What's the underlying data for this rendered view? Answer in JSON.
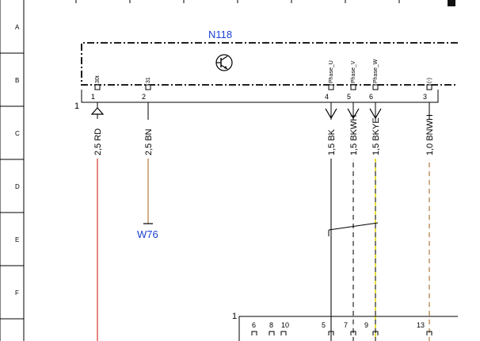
{
  "rows": [
    "A",
    "B",
    "C",
    "D",
    "E",
    "F"
  ],
  "component_top": {
    "name": "N118",
    "ref": "1",
    "pins": [
      {
        "num": "1",
        "label": "30t"
      },
      {
        "num": "2",
        "label": "31"
      },
      {
        "num": "4",
        "label": "Phase_U"
      },
      {
        "num": "5",
        "label": "Phase_V"
      },
      {
        "num": "6",
        "label": "Phase_W"
      },
      {
        "num": "3",
        "label": "(-)"
      }
    ]
  },
  "wires": [
    {
      "label": "2,5 RD",
      "color": "#d9342b"
    },
    {
      "label": "2,5 BN",
      "color": "#b07a3a"
    },
    {
      "label": "1,5 BK",
      "color": "#222222"
    },
    {
      "label": "1,5 BKWH",
      "color": "#222222",
      "stripe": "#ffffff"
    },
    {
      "label": "1,5 BKYE",
      "color": "#222222",
      "stripe": "#f2e200"
    },
    {
      "label": "1,0 BNWH",
      "color": "#b07a3a",
      "stripe": "#ffffff"
    }
  ],
  "ground": {
    "name": "W76"
  },
  "connector_bottom": {
    "ref": "1",
    "pins": [
      "6",
      "8",
      "10",
      "5",
      "7",
      "9",
      "13"
    ]
  },
  "colors": {
    "frame": "#000000",
    "ref_text": "#1a3fcf",
    "grid": "#000000"
  }
}
